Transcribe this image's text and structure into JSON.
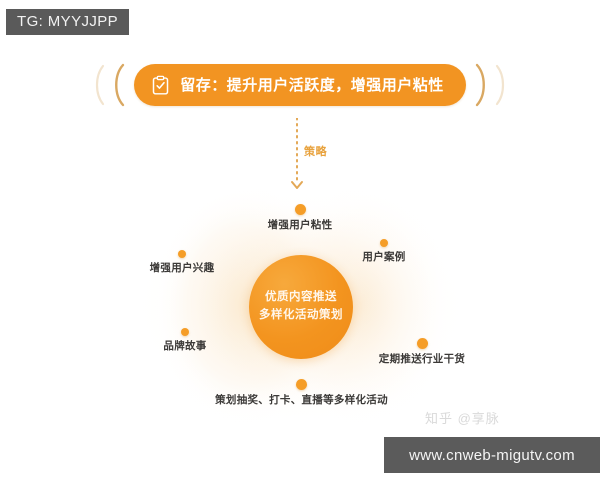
{
  "corner_tag": {
    "label": "TG: MYYJJPP"
  },
  "banner": {
    "icon": "clipboard-check-icon",
    "text": "留存：提升用户活跃度，增强用户粘性",
    "color": "#f29422",
    "text_color": "#ffffff"
  },
  "decor": {
    "left_brackets": [
      "bracket-outer-left",
      "bracket-inner-left"
    ],
    "right_brackets": [
      "bracket-inner-right",
      "bracket-outer-right"
    ]
  },
  "arrow": {
    "label": "策略",
    "style": "dotted-down-arrow",
    "color": "#e8a23d"
  },
  "diagram": {
    "core": {
      "line1": "优质内容推送",
      "line2": "多样化活动策划",
      "color": "#f3941f"
    },
    "nodes": [
      {
        "id": "node-top",
        "label": "增强用户粘性"
      },
      {
        "id": "node-left",
        "label": "增强用户兴趣"
      },
      {
        "id": "node-right",
        "label": "用户案例"
      },
      {
        "id": "node-lower-left",
        "label": "品牌故事"
      },
      {
        "id": "node-lower-right",
        "label": "定期推送行业干货"
      },
      {
        "id": "node-bottom",
        "label": "策划抽奖、打卡、直播等多样化活动"
      }
    ],
    "dot_color": "#f59d27",
    "label_color": "#3c3a38"
  },
  "watermark": {
    "text": "知乎 @享脉"
  },
  "url_bar": {
    "text": "www.cnweb-migutv.com",
    "background": "#5b5b5b"
  }
}
